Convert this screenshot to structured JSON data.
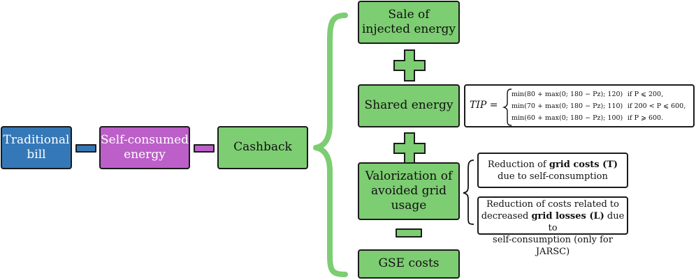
{
  "colors": {
    "green": "#7dcd72",
    "blue": "#3578b8",
    "purple": "#bc5fc8",
    "brace": "#7dcd72",
    "border": "#1b1b1b"
  },
  "nodes": {
    "traditional_bill": "Traditional\nbill",
    "self_consumed": "Self-consumed\nenergy",
    "cashback": "Cashback",
    "sale": "Sale of\ninjected energy",
    "shared": "Shared energy",
    "valorization": "Valorization of\navoided grid\nusage",
    "gse": "GSE costs"
  },
  "operators": {
    "plus1": "+",
    "plus2": "+",
    "minus1": "−",
    "dash1": "−",
    "dash2": "−"
  },
  "tip_formula": {
    "lhs": "TIP =",
    "cases": [
      {
        "expr": "min(80 + max(0; 180 − Pz); 120)",
        "cond": "if P ⩽ 200,"
      },
      {
        "expr": "min(70 + max(0; 180 − Pz); 110)",
        "cond": "if 200 < P ⩽ 600,"
      },
      {
        "expr": "min(60 + max(0; 180 − Pz); 100)",
        "cond": "if P ⩾ 600."
      }
    ]
  },
  "details": {
    "reduction_t_line1": "Reduction of ",
    "reduction_t_bold": "grid costs (T)",
    "reduction_t_line2": "due to self-consumption",
    "reduction_l_line1": "Reduction of costs related to",
    "reduction_l_pre": "decreased ",
    "reduction_l_bold": "grid losses (L)",
    "reduction_l_post": " due to",
    "reduction_l_line3": "self-consumption (only for JARSC)"
  }
}
